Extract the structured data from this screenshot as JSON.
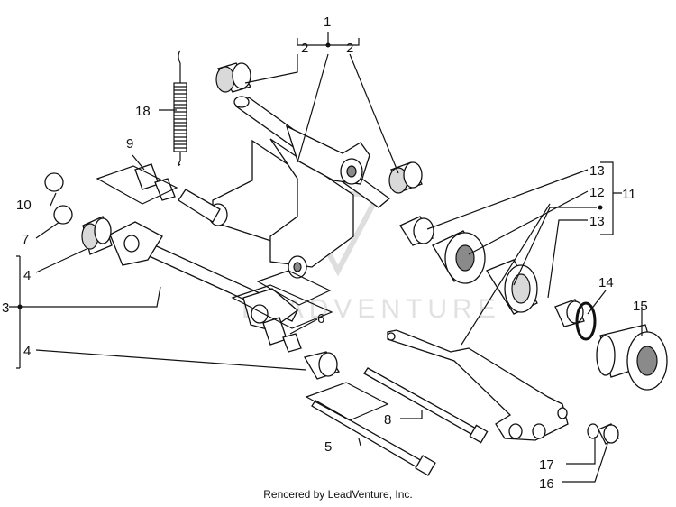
{
  "diagram": {
    "callouts": {
      "c1": "1",
      "c2a": "2",
      "c2b": "2",
      "c3": "3",
      "c4a": "4",
      "c4b": "4",
      "c5": "5",
      "c6": "6",
      "c7": "7",
      "c8": "8",
      "c9": "9",
      "c10": "10",
      "c11": "11",
      "c12": "12",
      "c13a": "13",
      "c13b": "13",
      "c14": "14",
      "c15": "15",
      "c16": "16",
      "c17": "17",
      "c18": "18"
    },
    "watermark": "LEADVENTURE",
    "footer": "Rencered by LeadVenture, Inc."
  }
}
